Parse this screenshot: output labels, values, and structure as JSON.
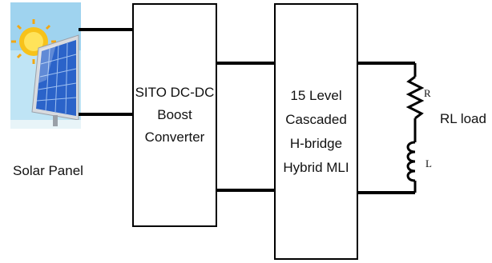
{
  "solar_panel": {
    "label": "Solar Panel",
    "icon": "solar-panel-icon"
  },
  "converter": {
    "lines": [
      "SITO DC-DC",
      "Boost",
      "Converter"
    ]
  },
  "inverter": {
    "lines": [
      "15 Level",
      "Cascaded",
      "H-bridge",
      "Hybrid MLI"
    ]
  },
  "load": {
    "label": "RL load",
    "resistor_label": "R",
    "inductor_label": "L"
  },
  "colors": {
    "line": "#000000",
    "sky": "#9fd3ef",
    "sun": "#f7c21a",
    "panel": "#2b63c9",
    "frame": "#c9ccd1"
  }
}
